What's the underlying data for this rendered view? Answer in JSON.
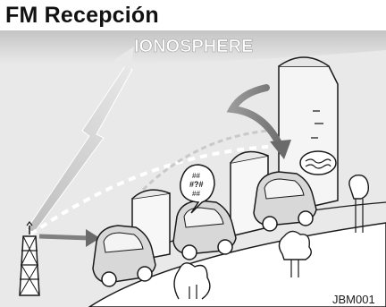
{
  "title": "FM Recepción",
  "diagram": {
    "ionosphere_label": "IONOSPHERE",
    "figure_code": "JBM001",
    "interference_symbols": [
      "##",
      "#?#",
      "##"
    ],
    "colors": {
      "sky_band": "#c8c8c8",
      "signal_arrow": "#8a8a8a",
      "road": "#ffffff",
      "building": "#f4f4f4",
      "outline": "#1a1a1a"
    }
  }
}
